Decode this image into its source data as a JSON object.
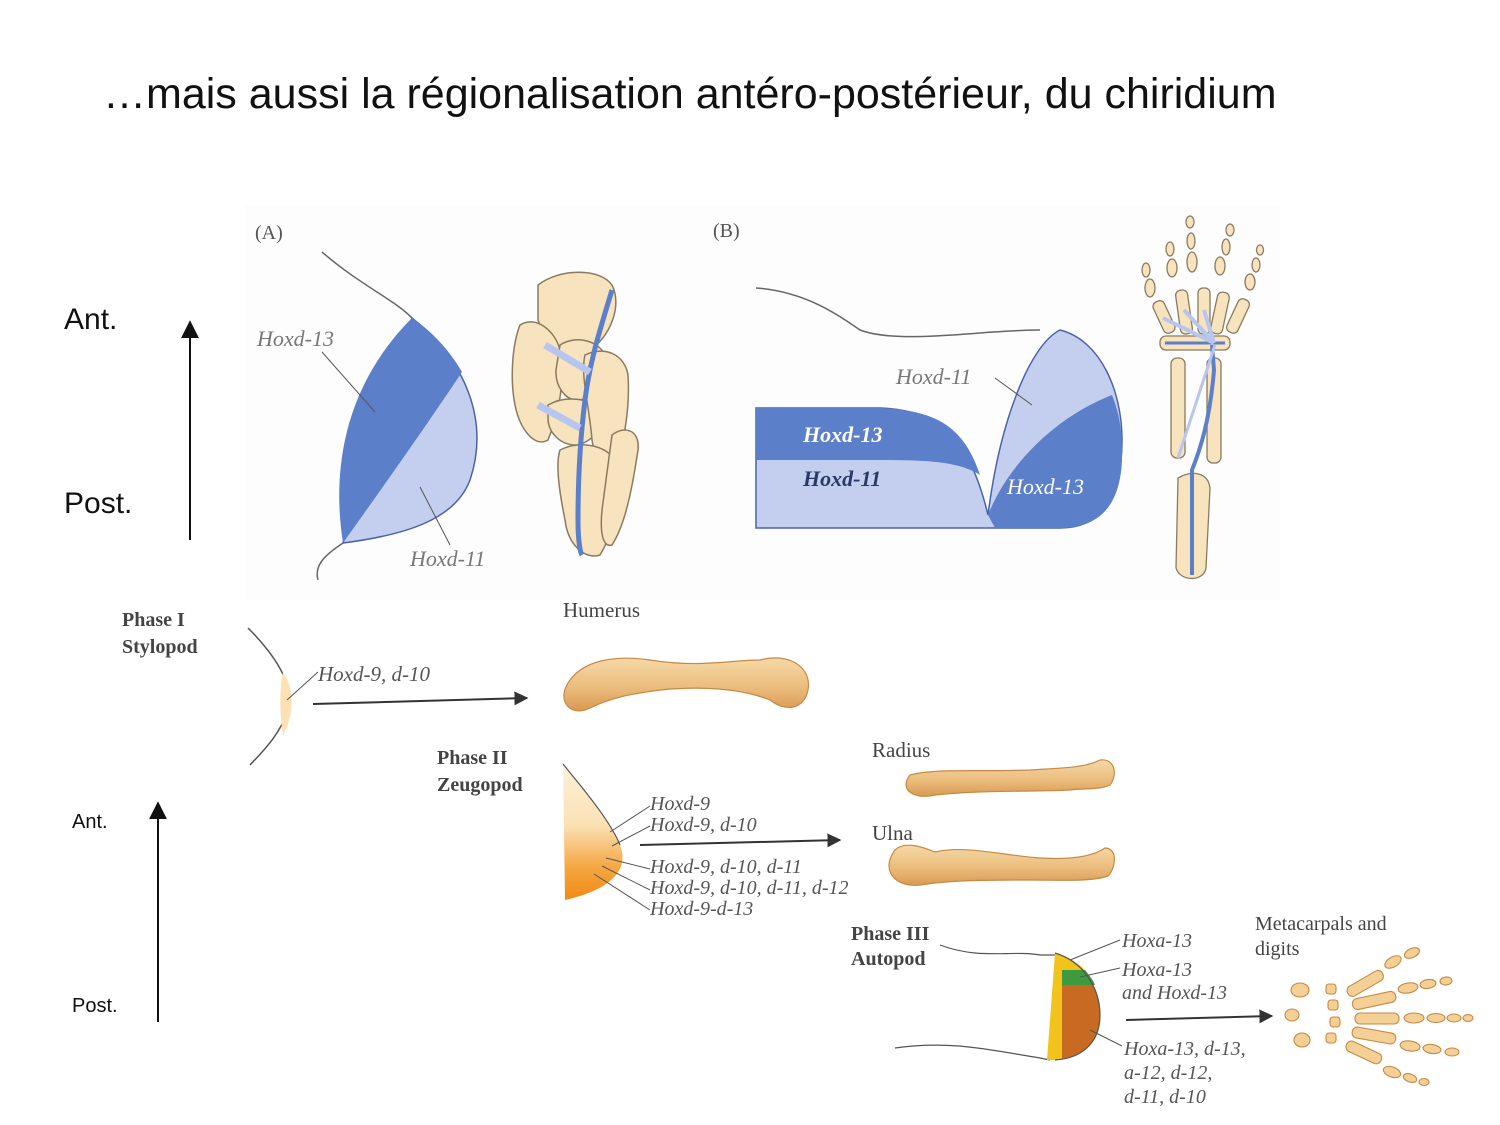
{
  "slide": {
    "title": "…mais aussi la régionalisation antéro-postérieur, du chiridium"
  },
  "axes": {
    "upper": {
      "top_label": "Ant.",
      "bottom_label": "Post."
    },
    "lower": {
      "top_label": "Ant.",
      "bottom_label": "Post."
    }
  },
  "panel_a": {
    "letter": "(A)",
    "label_hoxd13": "Hoxd-13",
    "label_hoxd11": "Hoxd-11"
  },
  "panel_b": {
    "letter": "(B)",
    "label_hoxd11_top": "Hoxd-11",
    "label_hoxd13_left": "Hoxd-13",
    "label_hoxd11_left": "Hoxd-11",
    "label_hoxd13_right": "Hoxd-13"
  },
  "phase1": {
    "name": "Phase I",
    "segment": "Stylopod",
    "genes": "Hoxd-9, d-10",
    "bone": "Humerus"
  },
  "phase2": {
    "name": "Phase II",
    "segment": "Zeugopod",
    "genes": [
      "Hoxd-9",
      "Hoxd-9, d-10",
      "Hoxd-9, d-10, d-11",
      "Hoxd-9, d-10, d-11, d-12",
      "Hoxd-9-d-13"
    ],
    "bone_top": "Radius",
    "bone_bottom": "Ulna"
  },
  "phase3": {
    "name": "Phase III",
    "segment": "Autopod",
    "gene_top": "Hoxa-13",
    "gene_mid_1": "Hoxa-13",
    "gene_mid_2": "and Hoxd-13",
    "gene_bottom": [
      "Hoxa-13, d-13,",
      "a-12, d-12,",
      "d-11, d-10"
    ],
    "bone_1": "Metacarpals and",
    "bone_2": "digits"
  },
  "colors": {
    "dark_blue": "#5b7fc9",
    "light_blue": "#c4cff0",
    "bone": "#f7e3bd",
    "bone_shaded": "#e0a860",
    "orange": "#f39a2a",
    "brown": "#c96a23",
    "yellow": "#f2c31a",
    "green": "#3e9a3e"
  }
}
